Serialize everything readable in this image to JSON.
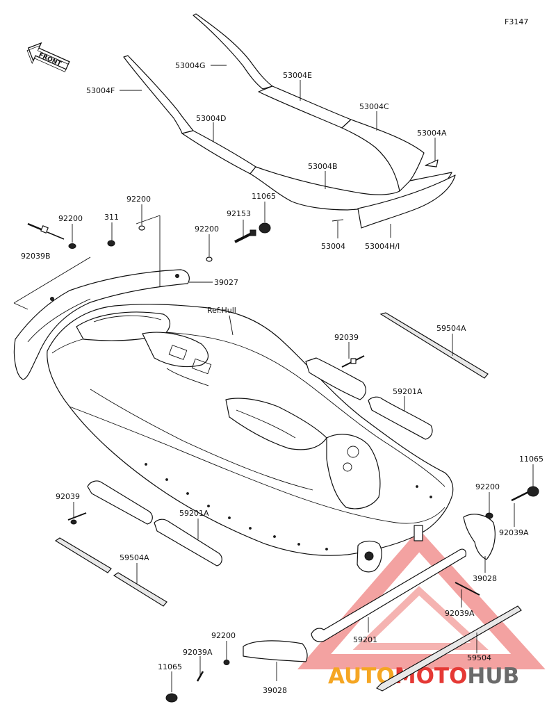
{
  "figure_code": "F3147",
  "front_label": "FRONT",
  "ref_label": "Ref.Hull",
  "parts": {
    "p53004G": "53004G",
    "p53004E": "53004E",
    "p53004F": "53004F",
    "p53004D": "53004D",
    "p53004C": "53004C",
    "p53004A": "53004A",
    "p53004B": "53004B",
    "p53004": "53004",
    "p53004HI": "53004H/I",
    "p11065_top": "11065",
    "p92153": "92153",
    "p92200_a": "92200",
    "p92200_b": "92200",
    "p92200_c": "92200",
    "p311": "311",
    "p92039B": "92039B",
    "p39027": "39027",
    "p92039_r": "92039",
    "p59504A_r": "59504A",
    "p59201A_r": "59201A",
    "p11065_r": "11065",
    "p92200_r": "92200",
    "p92039A_r": "92039A",
    "p39028_r": "39028",
    "p92039A_r2": "92039A",
    "p92039_l": "92039",
    "p59201A_l": "59201A",
    "p59504A_l": "59504A",
    "p59201": "59201",
    "p59504": "59504",
    "p92200_bl": "92200",
    "p92039A_bl": "92039A",
    "p11065_bl": "11065",
    "p39028_bl": "39028"
  },
  "watermark": {
    "part1": "AUTO",
    "part2": "MOTO",
    "part3": "HUB",
    "color_orange": "#f5a623",
    "color_red": "#e53935",
    "color_grey": "#6b6b6b"
  }
}
